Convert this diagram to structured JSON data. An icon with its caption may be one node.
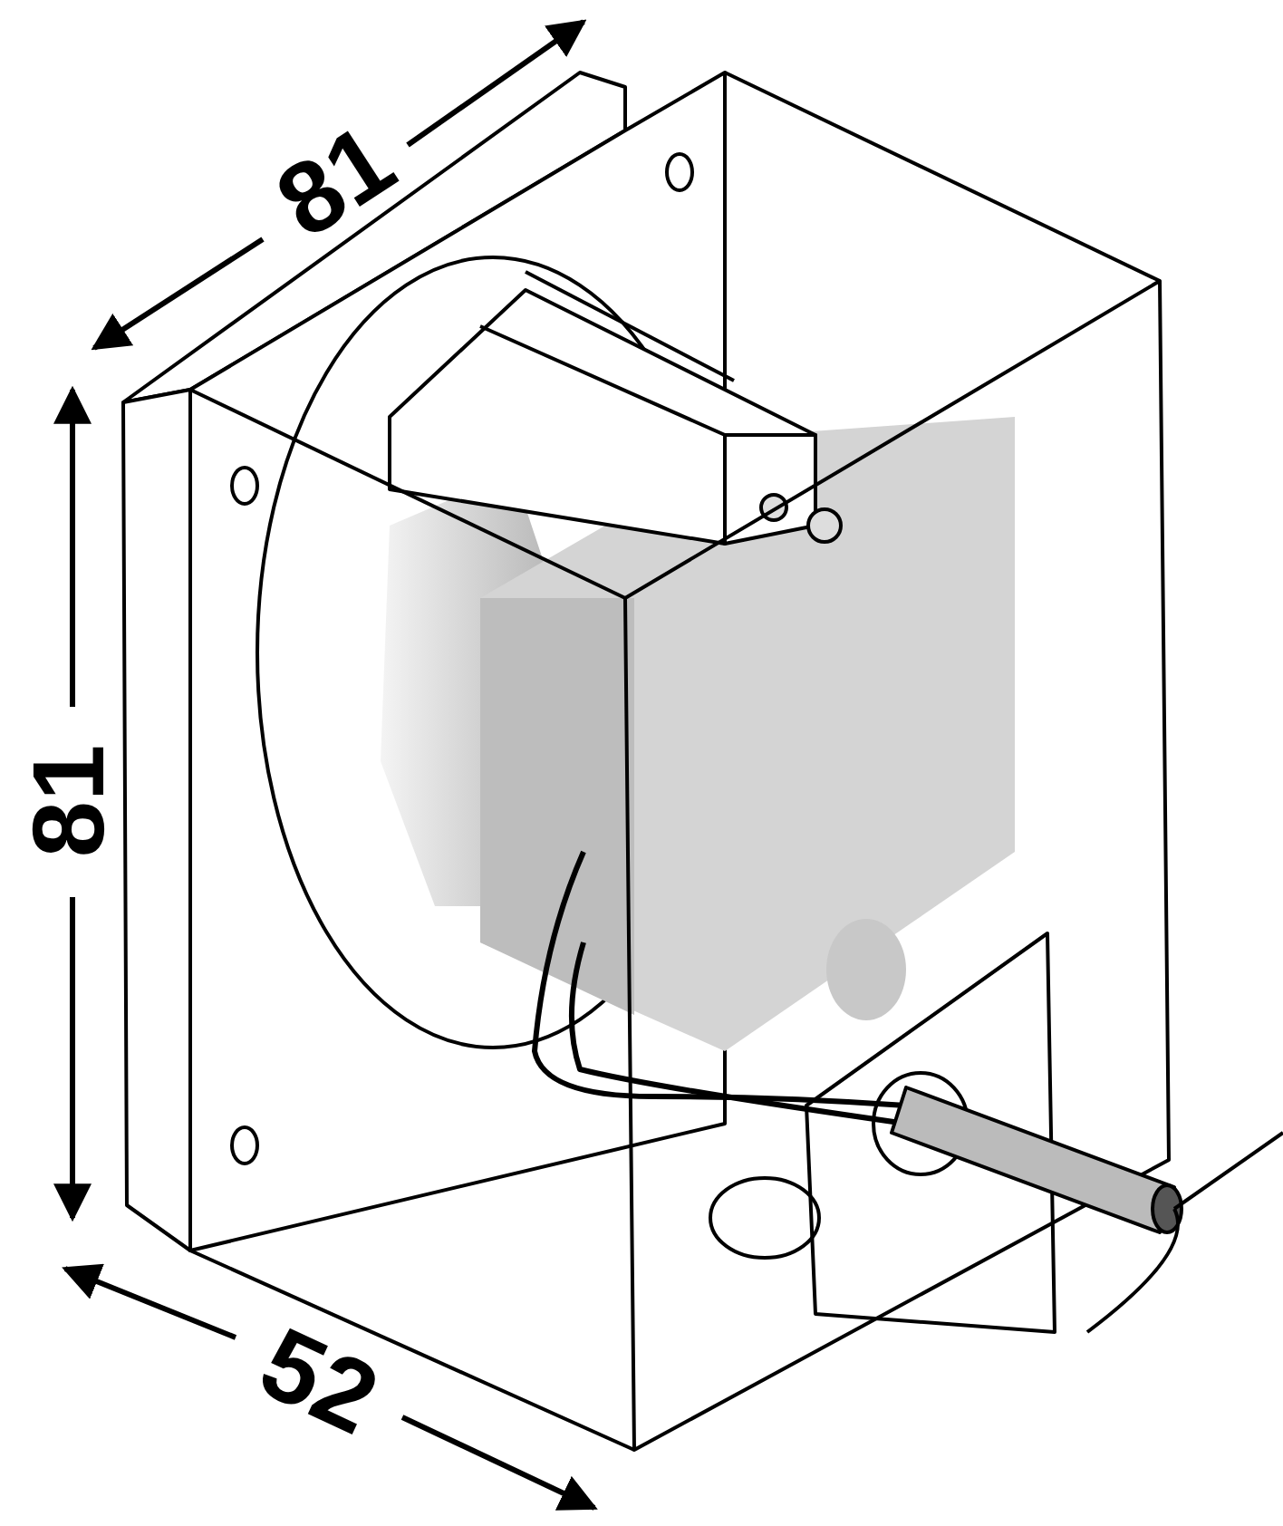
{
  "diagram": {
    "labels": [
      "81",
      "81",
      "52"
    ]
  }
}
